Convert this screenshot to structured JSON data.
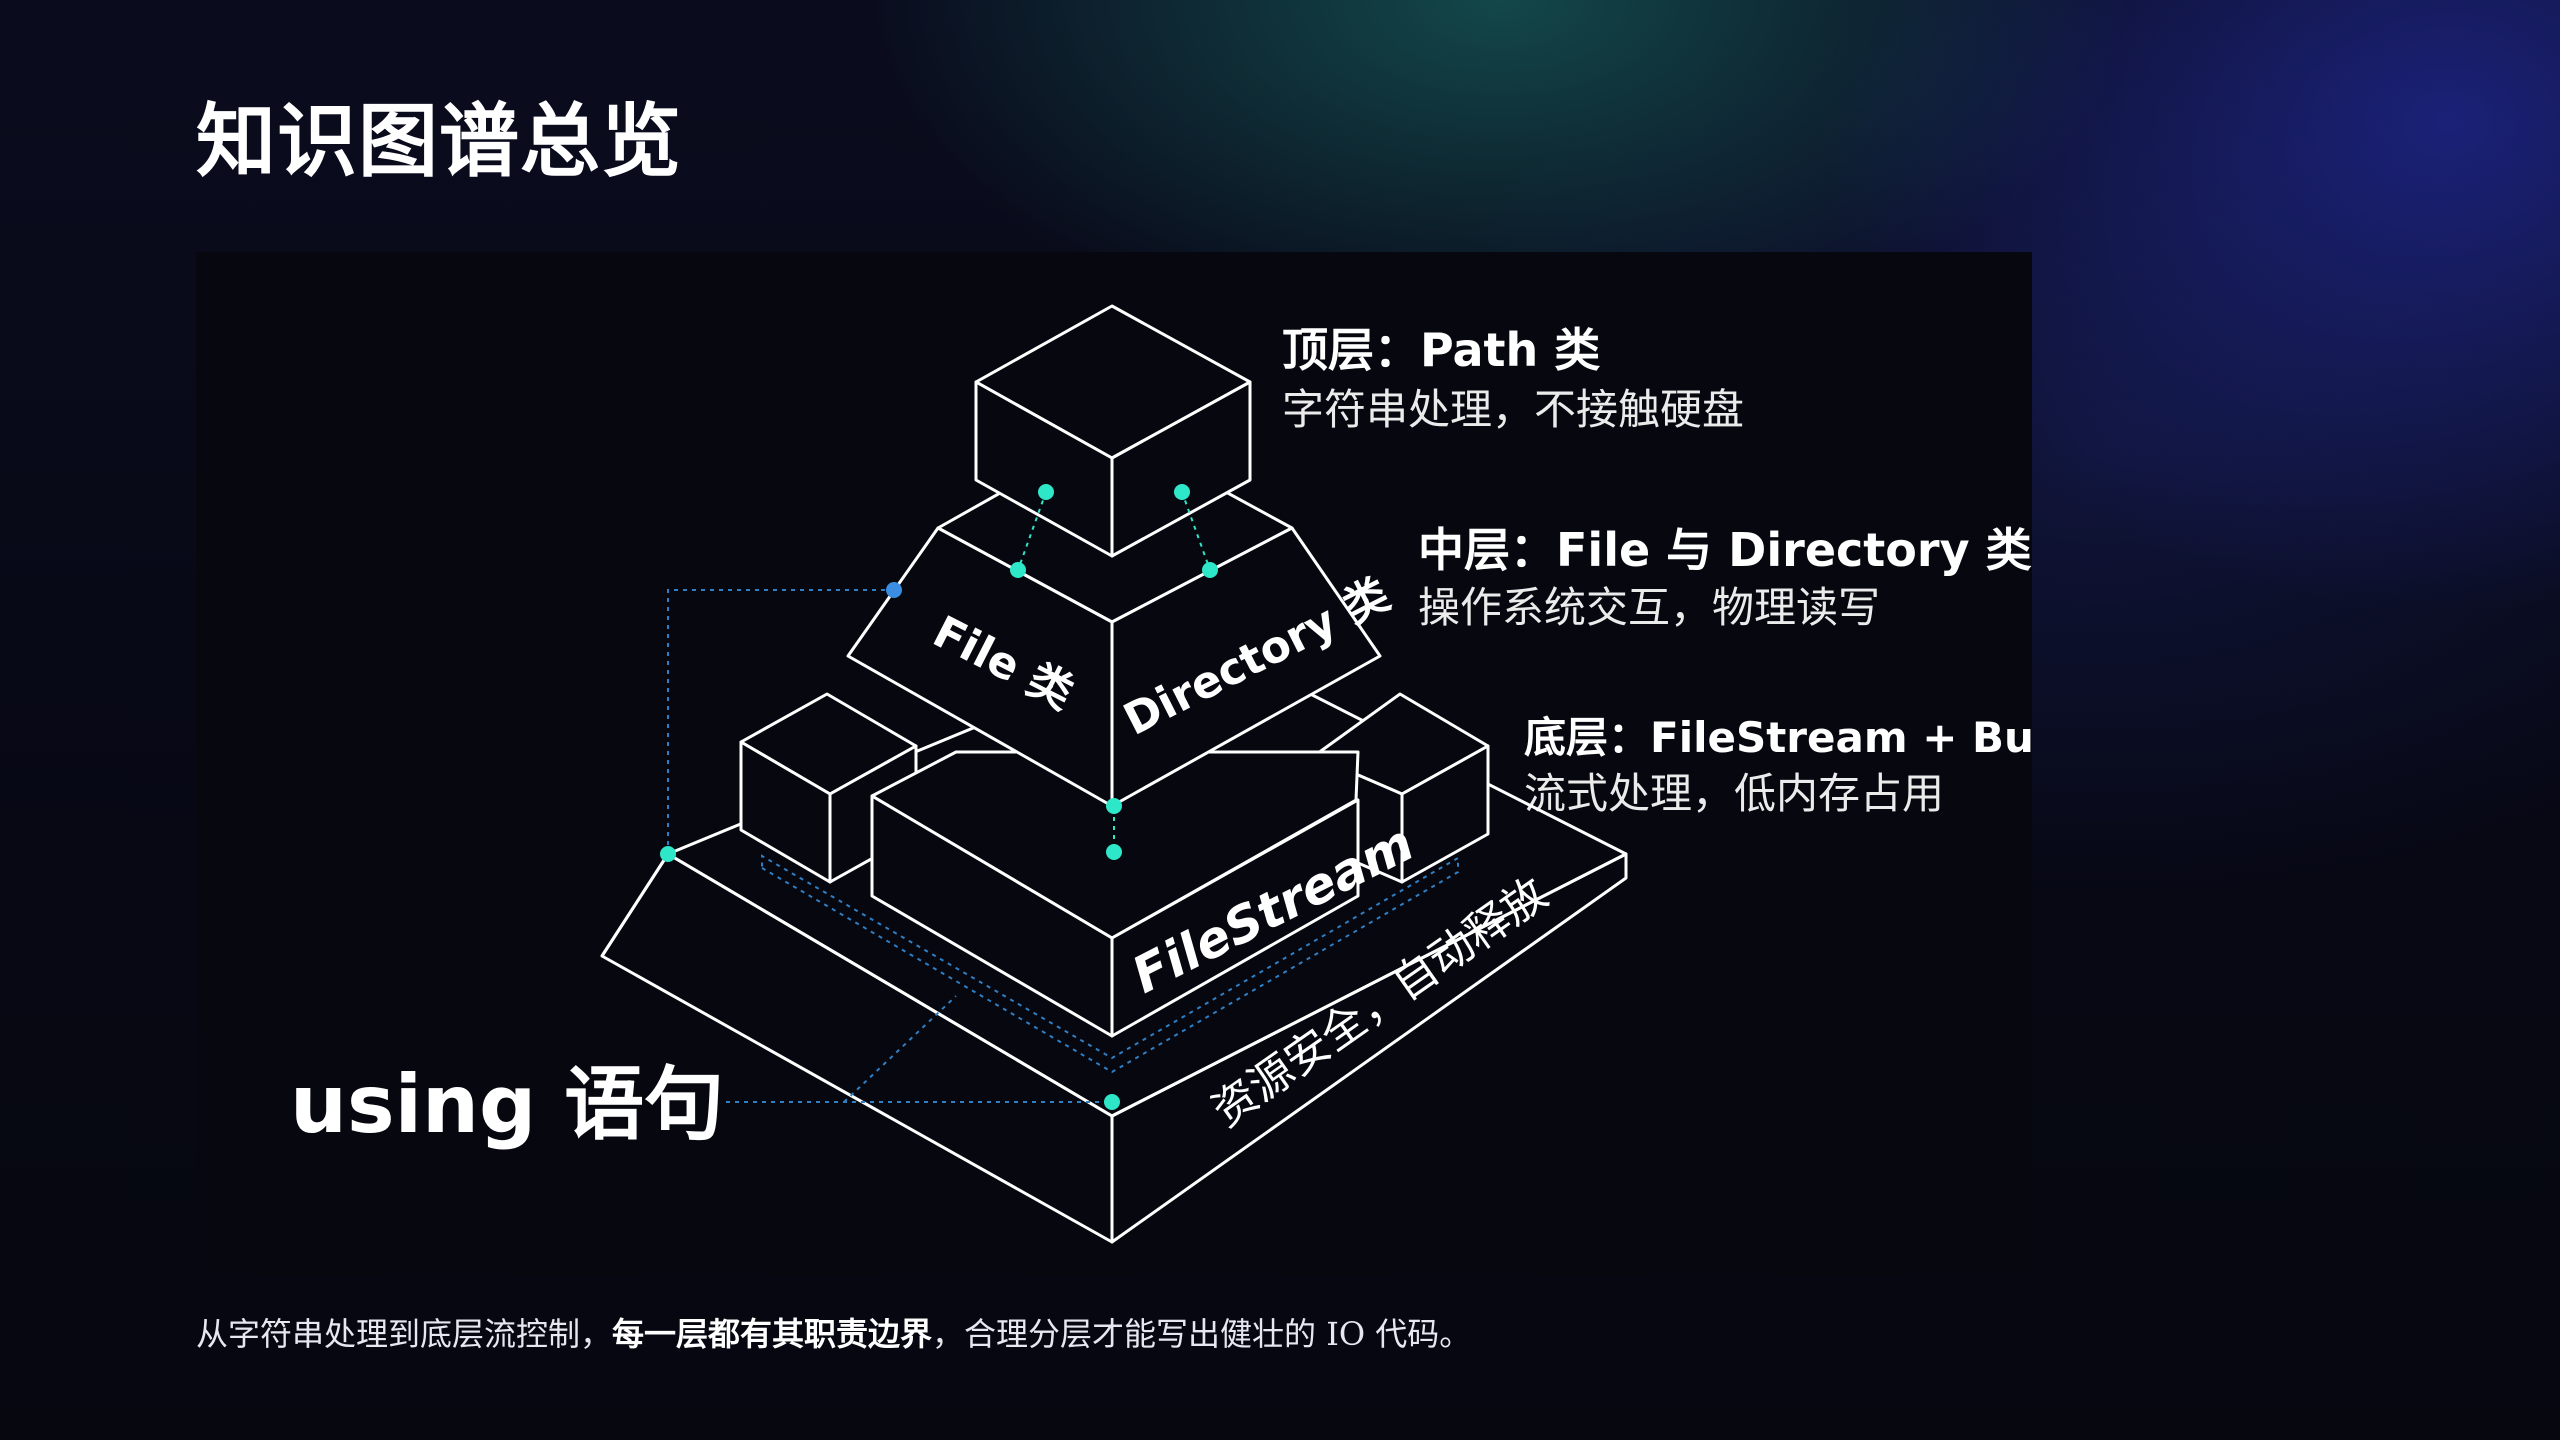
{
  "slide": {
    "title": "知识图谱总览",
    "caption": {
      "part1": "从字符串处理到底层流控制，",
      "emphasis": "每一层都有其职责边界",
      "part2": "，合理分层才能写出健壮的 IO 代码。"
    }
  },
  "diagram": {
    "top_layer": {
      "heading": "顶层：Path 类",
      "description": "字符串处理，不接触硬盘"
    },
    "middle_layer": {
      "heading": "中层：File 与 Directory 类",
      "description": "操作系统交互，物理读写",
      "face_left": "File 类",
      "face_right": "Directory 类"
    },
    "bottom_layer": {
      "heading": "底层：FileStream + Buffer",
      "description": "流式处理，低内存占用",
      "block_label": "FileStream"
    },
    "base": {
      "label": "using 语句",
      "face_text": "资源安全，自动释放"
    },
    "colors": {
      "line": "#ffffff",
      "node_teal": "#2ee6c8",
      "node_blue": "#3a8de0",
      "dotted_link": "#2f7fc4"
    }
  }
}
